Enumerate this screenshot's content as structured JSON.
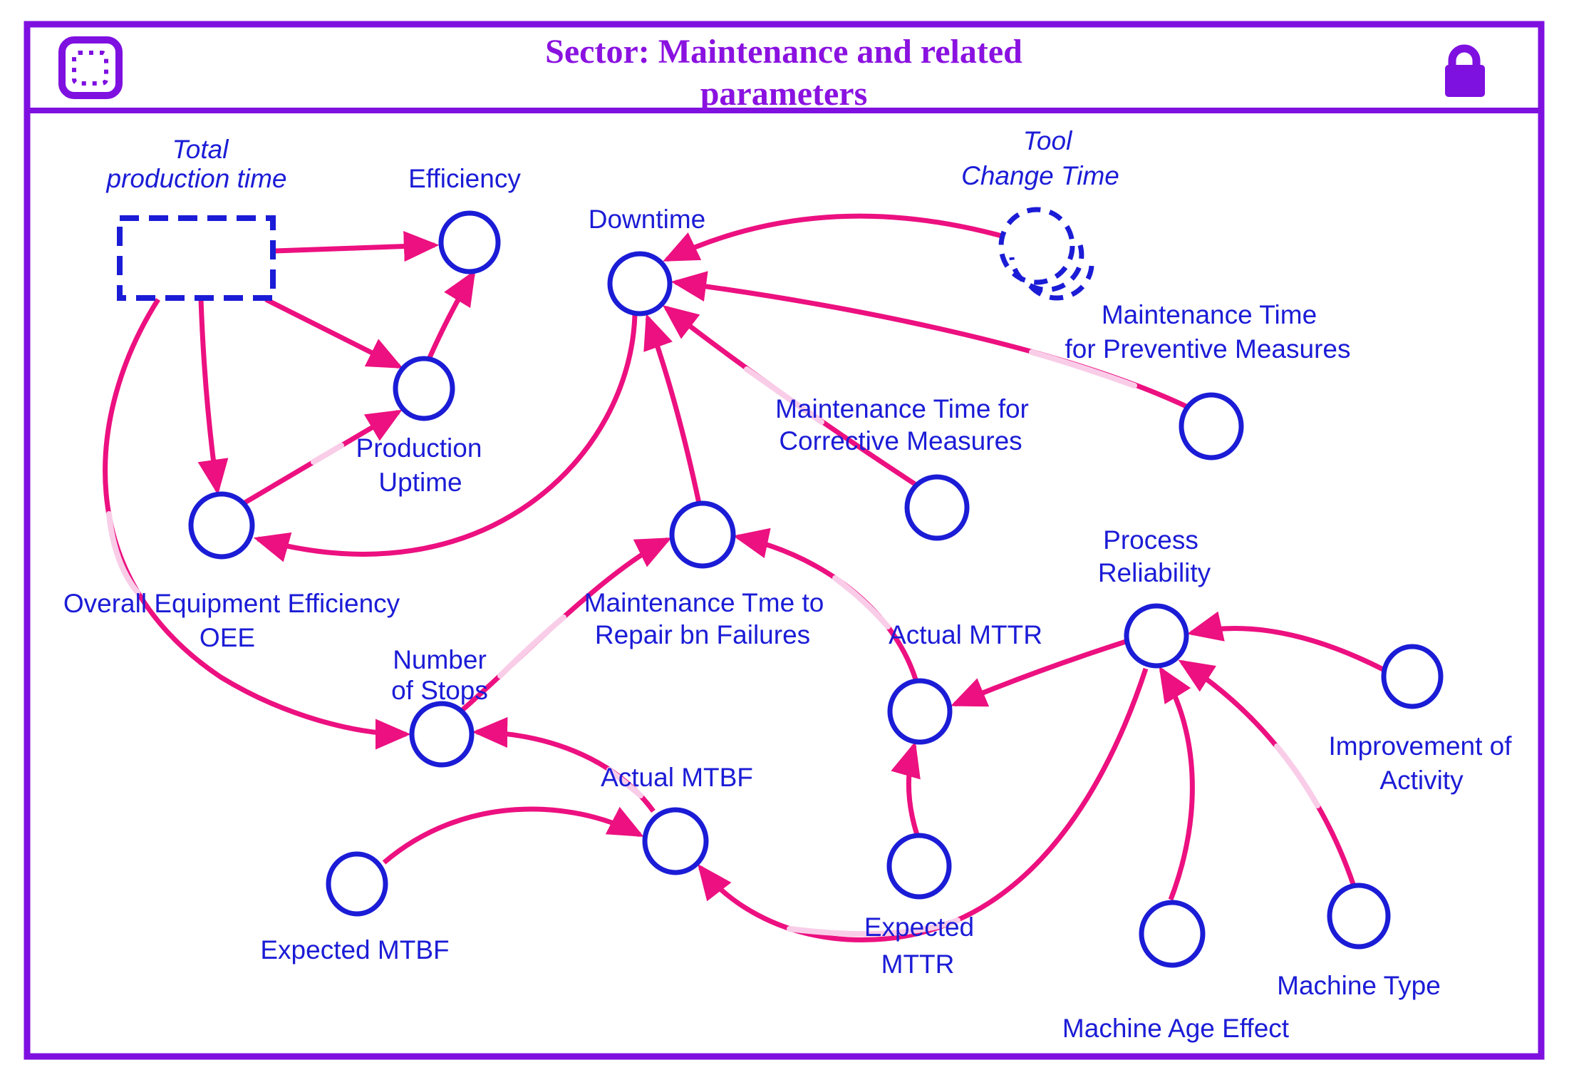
{
  "header": {
    "title_line1": "Sector: Maintenance and related",
    "title_line2": "parameters",
    "left_icon": "dashed-selection-icon",
    "right_icon": "lock-icon"
  },
  "colors": {
    "frame_purple": "#7e10e0",
    "title_purple": "#8a12e0",
    "node_blue": "#1b1cd6",
    "link_pink": "#ec1080",
    "dimmed_link_pink": "#f9cde8",
    "background": "#ffffff"
  },
  "nodes": {
    "tpt": {
      "type": "stock-dashed-rect",
      "line1": "Total",
      "line2": "production time"
    },
    "efficiency": {
      "type": "converter",
      "line1": "Efficiency"
    },
    "downtime": {
      "type": "converter",
      "line1": "Downtime"
    },
    "tool": {
      "type": "ghost-converter",
      "line1": "Tool",
      "line2": "Change Time"
    },
    "prev": {
      "type": "converter",
      "line1": "Maintenance Time",
      "line2": "for Preventive Measures"
    },
    "corr": {
      "type": "converter",
      "line1": "Maintenance Time for",
      "line2": "Corrective Measures"
    },
    "uptime": {
      "type": "converter",
      "line1": "Production",
      "line2": "Uptime"
    },
    "oee": {
      "type": "converter",
      "line1": "Overall Equipment Efficiency",
      "line2": "OEE"
    },
    "repair": {
      "type": "converter",
      "line1": "Maintenance Tme to",
      "line2": "Repair bn Failures"
    },
    "nos": {
      "type": "converter",
      "line1": "Number",
      "line2": "of Stops"
    },
    "process": {
      "type": "converter",
      "line1": "Process",
      "line2": "Reliability"
    },
    "amttr": {
      "type": "converter",
      "line1": "Actual MTTR"
    },
    "ioa": {
      "type": "converter",
      "line1": "Improvement of",
      "line2": "Activity"
    },
    "ambf": {
      "type": "converter",
      "line1": "Actual MTBF"
    },
    "embf": {
      "type": "converter",
      "line1": "Expected MTBF"
    },
    "emttr": {
      "type": "converter",
      "line1": "Expected",
      "line2": "MTTR"
    },
    "mae": {
      "type": "converter",
      "line1": "Machine Age Effect"
    },
    "mtype": {
      "type": "converter",
      "line1": "Machine Type"
    }
  },
  "edges": [
    {
      "from": "tpt",
      "to": "efficiency"
    },
    {
      "from": "tpt",
      "to": "uptime"
    },
    {
      "from": "tpt",
      "to": "oee"
    },
    {
      "from": "tpt",
      "to": "nos"
    },
    {
      "from": "uptime",
      "to": "efficiency"
    },
    {
      "from": "oee",
      "to": "uptime"
    },
    {
      "from": "downtime",
      "to": "oee"
    },
    {
      "from": "tool",
      "to": "downtime"
    },
    {
      "from": "prev",
      "to": "downtime"
    },
    {
      "from": "corr",
      "to": "downtime"
    },
    {
      "from": "repair",
      "to": "downtime"
    },
    {
      "from": "nos",
      "to": "repair"
    },
    {
      "from": "amttr",
      "to": "repair"
    },
    {
      "from": "ambf",
      "to": "nos"
    },
    {
      "from": "embf",
      "to": "ambf"
    },
    {
      "from": "process",
      "to": "ambf"
    },
    {
      "from": "emttr",
      "to": "amttr"
    },
    {
      "from": "process",
      "to": "amttr"
    },
    {
      "from": "ioa",
      "to": "process"
    },
    {
      "from": "mtype",
      "to": "process"
    },
    {
      "from": "mae",
      "to": "process"
    }
  ]
}
